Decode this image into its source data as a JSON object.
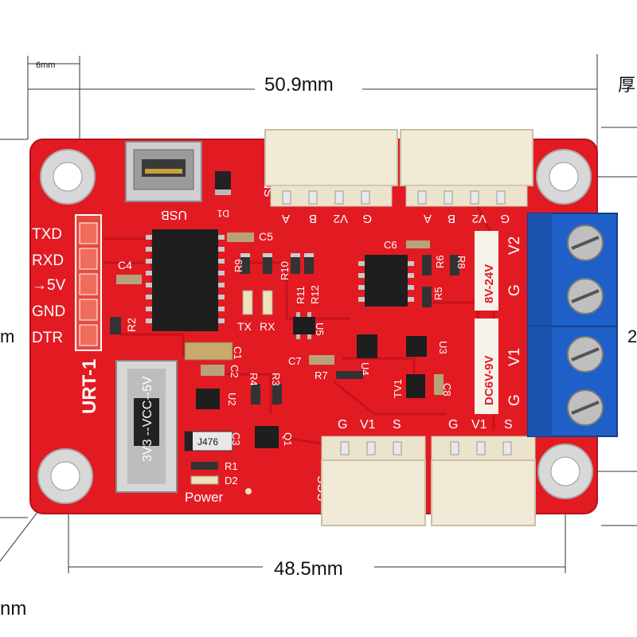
{
  "dimensions": {
    "hole_offset": "6mm",
    "board_width": "50.9mm",
    "hole_spacing": "48.5mm",
    "thickness_label_fragment": "厚",
    "left_fragment_mid": "m",
    "right_fragment_mid": "2",
    "left_fragment_bottom": "nm"
  },
  "board": {
    "usb_label": "USB",
    "d1": "D1",
    "sms_label": "SMS",
    "sms_pins_left": [
      "A",
      "B",
      "V2",
      "G"
    ],
    "sms_pins_right": [
      "A",
      "B",
      "V2",
      "G"
    ],
    "left_header_pins": [
      "TXD",
      "RXD",
      "→5V",
      "GND",
      "DTR"
    ],
    "c4": "C4",
    "c5": "C5",
    "c6": "C6",
    "r9": "R9",
    "r10": "R10",
    "r11": "R11",
    "r12": "R12",
    "r6": "R6",
    "r8": "R8",
    "r5": "R5",
    "r2": "R2",
    "tx": "TX",
    "rx": "RX",
    "u5": "U5",
    "u3": "U3",
    "u4": "U4",
    "u2": "U2",
    "c1": "C1",
    "c2": "C2",
    "c3": "C3",
    "c7": "C7",
    "c8": "C8",
    "r7": "R7",
    "r4": "R4",
    "r3": "R3",
    "r1": "R1",
    "d2": "D2",
    "tv1": "TV1",
    "q1": "Q1",
    "ic_marking": "J476",
    "urt_label": "URT-1",
    "switch_label": "3V3 --VCC--5V",
    "power_label": "Power",
    "scs_label": "SCS",
    "scs_pins_left": [
      "G",
      "V1",
      "S"
    ],
    "scs_pins_right": [
      "G",
      "V1",
      "S"
    ],
    "voltage_v2": "8V-24V",
    "voltage_v1": "DC6V-9V",
    "term_v2": "V2",
    "term_g_top": "G",
    "term_v1": "V1",
    "term_g_bottom": "G"
  },
  "colors": {
    "pcb": "#e21b23",
    "pcb_dark": "#c4121a",
    "terminal_blue": "#1f5fc8",
    "connector_beige": "#f1ead7"
  }
}
